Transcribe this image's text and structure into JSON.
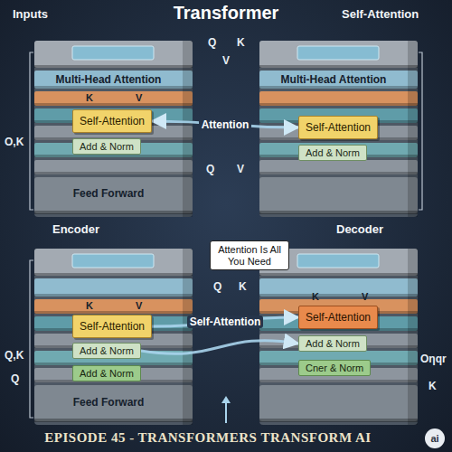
{
  "diagram": {
    "title": "Transformer",
    "caption": "EPISODE 45 - TRANSFORMERS TRANSFORM AI",
    "nodes": [
      {
        "text": [
          "Multi-Head Attention"
        ]
      },
      {
        "text": [
          "Self-Attention"
        ]
      },
      {
        "text": [
          "Add & Norm"
        ]
      },
      {
        "text": [
          "Feed Forward"
        ]
      },
      {
        "text": [
          "Multi-Head Attention"
        ]
      },
      {
        "text": [
          "Self-Attention"
        ]
      },
      {
        "text": [
          "Add & Norm"
        ]
      },
      {
        "text": [
          "Self-Attention"
        ]
      },
      {
        "text": [
          "Add & Norm"
        ]
      },
      {
        "text": [
          "Add & Norm"
        ]
      },
      {
        "text": [
          "Feed Forward"
        ]
      },
      {
        "text": [
          "Self-Attention"
        ]
      },
      {
        "text": [
          "Add & Norm"
        ]
      },
      {
        "text": [
          "Cner & Norm"
        ]
      },
      {
        "text": [
          "Attention Is All You Need"
        ]
      },
      {
        "text": [
          "ai"
        ]
      }
    ],
    "edges": [
      {
        "from": 1,
        "to": 5,
        "label": "Attention",
        "arrow": "both"
      },
      {
        "from": 7,
        "to": 11,
        "label": "Self-Attention",
        "arrow": "to"
      },
      {
        "from": 8,
        "to": 12,
        "arrow": "to"
      }
    ],
    "labels": [
      "Inputs",
      "Self-Attention",
      "Q",
      "K",
      "V",
      "O,K",
      "K",
      "V",
      "Q",
      "V",
      "Encoder",
      "Decoder",
      "Q",
      "K",
      "Q,K",
      "Q",
      "K",
      "V",
      "K",
      "V",
      "Oηqr",
      "K"
    ]
  }
}
